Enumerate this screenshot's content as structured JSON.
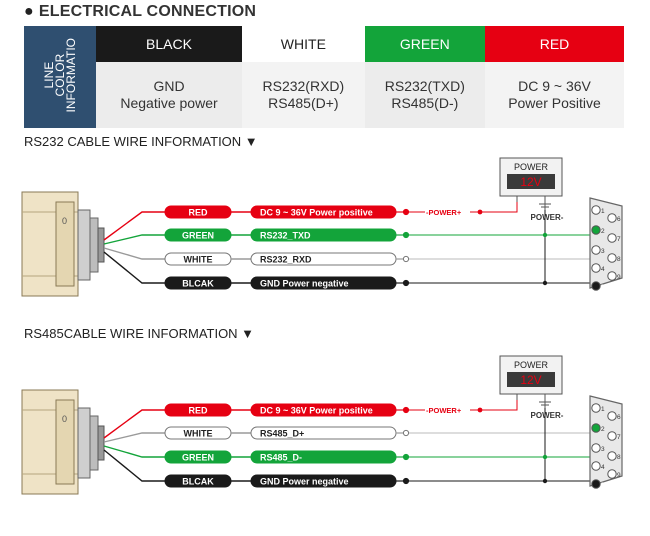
{
  "title": {
    "bullet": "●",
    "text": "ELECTRICAL CONNECTION"
  },
  "table": {
    "row_header": "LINE\nCOLOR\nINFORMATIO",
    "columns": [
      {
        "name": "BLACK",
        "bg": "#1a1a1a",
        "fg": "#ffffff",
        "desc1": "GND",
        "desc2": "Negative power"
      },
      {
        "name": "WHITE",
        "bg": "#ffffff",
        "fg": "#222222",
        "desc1": "RS232(RXD)",
        "desc2": "RS485(D+)"
      },
      {
        "name": "GREEN",
        "bg": "#13a43a",
        "fg": "#ffffff",
        "desc1": "RS232(TXD)",
        "desc2": "RS485(D-)"
      },
      {
        "name": "RED",
        "bg": "#e60012",
        "fg": "#ffffff",
        "desc1": "DC 9 ~ 36V",
        "desc2": "Power Positive"
      }
    ]
  },
  "rs232": {
    "heading": "RS232 CABLE WIRE INFORMATION ▼",
    "power_label": "POWER",
    "power_value": "12V",
    "power_minus": "POWER-",
    "power_plus": "-POWER+",
    "wires": [
      {
        "color_name": "RED",
        "color": "#e60012",
        "function": "DC 9 ~ 36V Power positive"
      },
      {
        "color_name": "GREEN",
        "color": "#13a43a",
        "function": "RS232_TXD"
      },
      {
        "color_name": "WHITE",
        "color": "#ffffff",
        "function": "RS232_RXD"
      },
      {
        "color_name": "BLCAK",
        "color": "#1a1a1a",
        "function": "GND Power negative"
      }
    ],
    "pins": [
      "1",
      "2",
      "3",
      "4",
      "5",
      "6",
      "7",
      "8",
      "9"
    ]
  },
  "rs485": {
    "heading": "RS485CABLE WIRE INFORMATION ▼",
    "power_label": "POWER",
    "power_value": "12V",
    "power_minus": "POWER-",
    "power_plus": "-POWER+",
    "wires": [
      {
        "color_name": "RED",
        "color": "#e60012",
        "function": "DC 9 ~ 36V Power positive"
      },
      {
        "color_name": "WHITE",
        "color": "#ffffff",
        "function": "RS485_D+"
      },
      {
        "color_name": "GREEN",
        "color": "#13a43a",
        "function": "RS485_D-"
      },
      {
        "color_name": "BLCAK",
        "color": "#1a1a1a",
        "function": "GND Power negative"
      }
    ],
    "pins": [
      "1",
      "2",
      "3",
      "4",
      "5",
      "6",
      "7",
      "8",
      "9"
    ]
  }
}
